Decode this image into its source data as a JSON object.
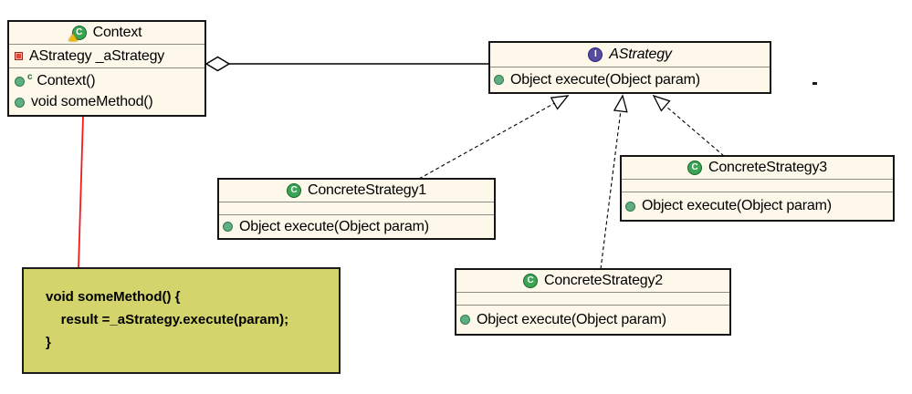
{
  "diagram": {
    "kind": "uml-class-diagram",
    "pattern": "Strategy"
  },
  "colors": {
    "box_fill": "#FDF8EA",
    "box_border": "#151515",
    "divider": "#8e8e86",
    "note_fill": "#D3D46C",
    "note_anchor_red": "#F21B1B",
    "class_icon_green": "#3BA455",
    "interface_icon_purple": "#564AA3",
    "method_dot_green": "#5FAE82",
    "private_field_red": "#E04636",
    "warning_yellow": "#F2B705"
  },
  "icons": {
    "class_letter": "C",
    "interface_letter": "I",
    "constructor_marker": "c"
  },
  "classes": {
    "context": {
      "title": "Context",
      "field": "AStrategy _aStrategy",
      "ctor": "Context()",
      "method": "void someMethod()"
    },
    "astrategy": {
      "title": "AStrategy",
      "method": "Object execute(Object param)"
    },
    "cs1": {
      "title": "ConcreteStrategy1",
      "method": "Object execute(Object param)"
    },
    "cs2": {
      "title": "ConcreteStrategy2",
      "method": "Object execute(Object param)"
    },
    "cs3": {
      "title": "ConcreteStrategy3",
      "method": "Object execute(Object param)"
    }
  },
  "note": {
    "lines": [
      "void someMethod() {",
      "    result =_aStrategy.execute(param);",
      "}"
    ]
  },
  "relationships": [
    {
      "type": "aggregation",
      "from": "Context",
      "to": "AStrategy"
    },
    {
      "type": "realization",
      "from": "ConcreteStrategy1",
      "to": "AStrategy"
    },
    {
      "type": "realization",
      "from": "ConcreteStrategy2",
      "to": "AStrategy"
    },
    {
      "type": "realization",
      "from": "ConcreteStrategy3",
      "to": "AStrategy"
    },
    {
      "type": "note-anchor",
      "from": "Context",
      "to": "code-note"
    }
  ]
}
